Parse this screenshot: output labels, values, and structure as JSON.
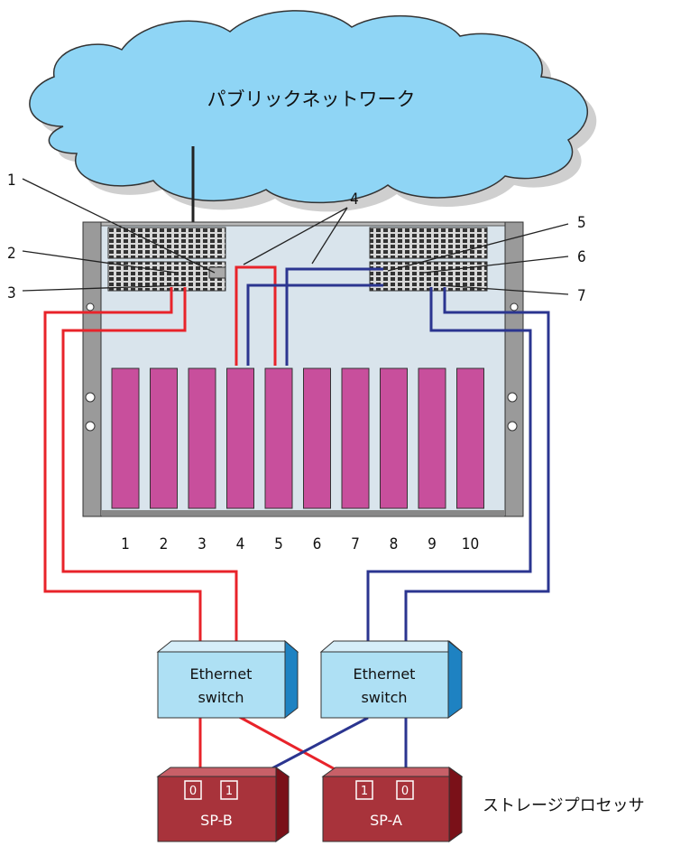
{
  "cloud": {
    "label": "パブリックネットワーク"
  },
  "callouts": [
    "1",
    "2",
    "3",
    "4",
    "5",
    "6",
    "7"
  ],
  "slots": [
    "1",
    "2",
    "3",
    "4",
    "5",
    "6",
    "7",
    "8",
    "9",
    "10"
  ],
  "switches": [
    {
      "line1": "Ethernet",
      "line2": "switch"
    },
    {
      "line1": "Ethernet",
      "line2": "switch"
    }
  ],
  "storage": [
    {
      "name": "SP-B",
      "ports": [
        "0",
        "1"
      ]
    },
    {
      "name": "SP-A",
      "ports": [
        "1",
        "0"
      ]
    }
  ],
  "storage_label": "ストレージプロセッサ",
  "colors": {
    "red_path": "#e8232a",
    "blue_path": "#2b3590",
    "cloud": "#8fd5f5",
    "blade": "#c84f9c",
    "switch": "#aee0f4",
    "sp": "#a8333b"
  }
}
